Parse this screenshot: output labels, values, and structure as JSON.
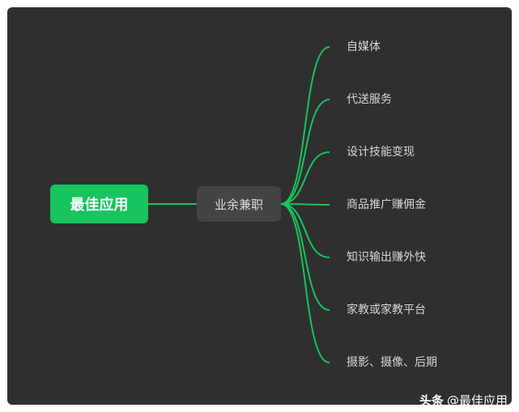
{
  "mindmap": {
    "root": "最佳应用",
    "branch": "业余兼职",
    "leaves": [
      "自媒体",
      "代送服务",
      "设计技能变现",
      "商品推广赚佣金",
      "知识输出赚外快",
      "家教或家教平台",
      "摄影、摄像、后期"
    ]
  },
  "watermark": {
    "logo": "头条",
    "handle": "@最佳应用"
  },
  "colors": {
    "background": "#2f2f2f",
    "root_fill": "#17c45e",
    "branch_fill": "#444444",
    "link": "#17c45e",
    "leaf_text": "#d6d6d6"
  }
}
